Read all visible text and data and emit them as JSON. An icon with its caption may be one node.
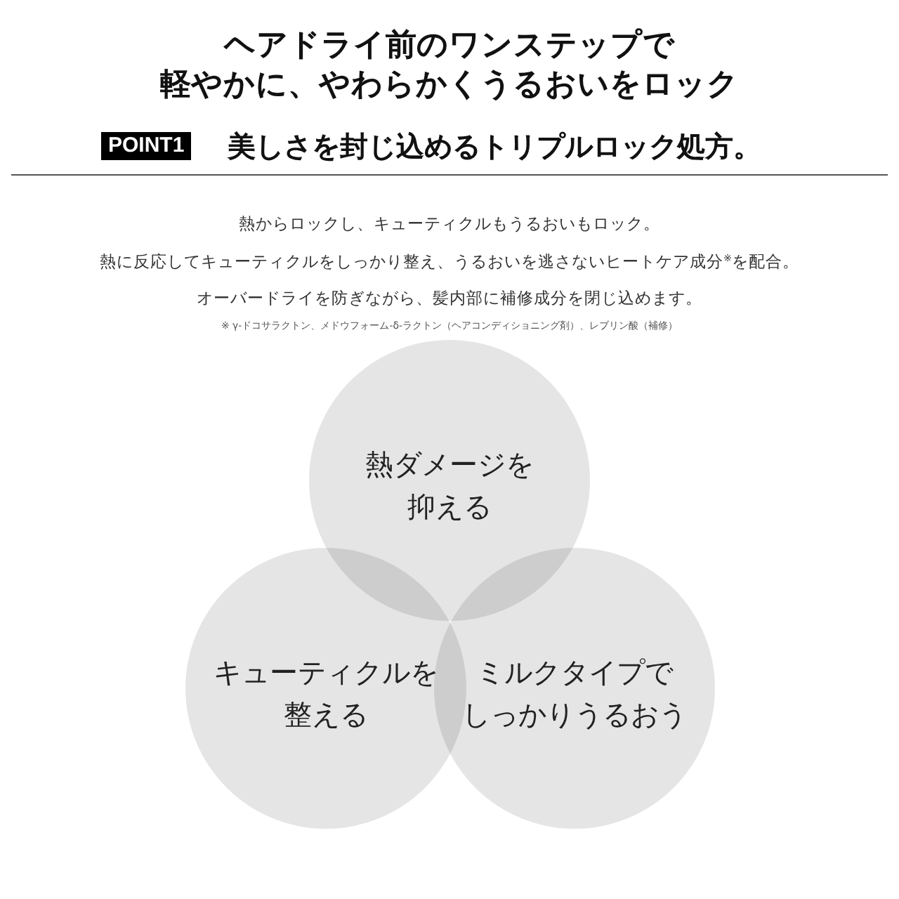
{
  "diagram": {
    "title": "ヘアドライ前のワンステップで軽やかに、やわらかくうるおいをロック",
    "nodes": [
      {
        "text": [
          "熱ダメージを抑える"
        ]
      },
      {
        "text": [
          "キューティクルを整える"
        ]
      },
      {
        "text": [
          "ミルクタイプでしっかりうるおう"
        ]
      }
    ],
    "labels": [
      "POINT1",
      "美しさを封じ込めるトリプルロック処方。",
      "熱からロックし、キューティクルもうるおいもロック。",
      "熱に反応してキューティクルをしっかり整え、うるおいを逃さないヒートケア成分$^{※}$を配合。",
      "オーバードライを防ぎながら、髪内部に補修成分を閉じ込めます。",
      "※ γ-ドコサラクトン、メドウフォーム-δ-ラクトン（ヘアコンディショニング剤）、レブリン酸（補修）"
    ]
  }
}
